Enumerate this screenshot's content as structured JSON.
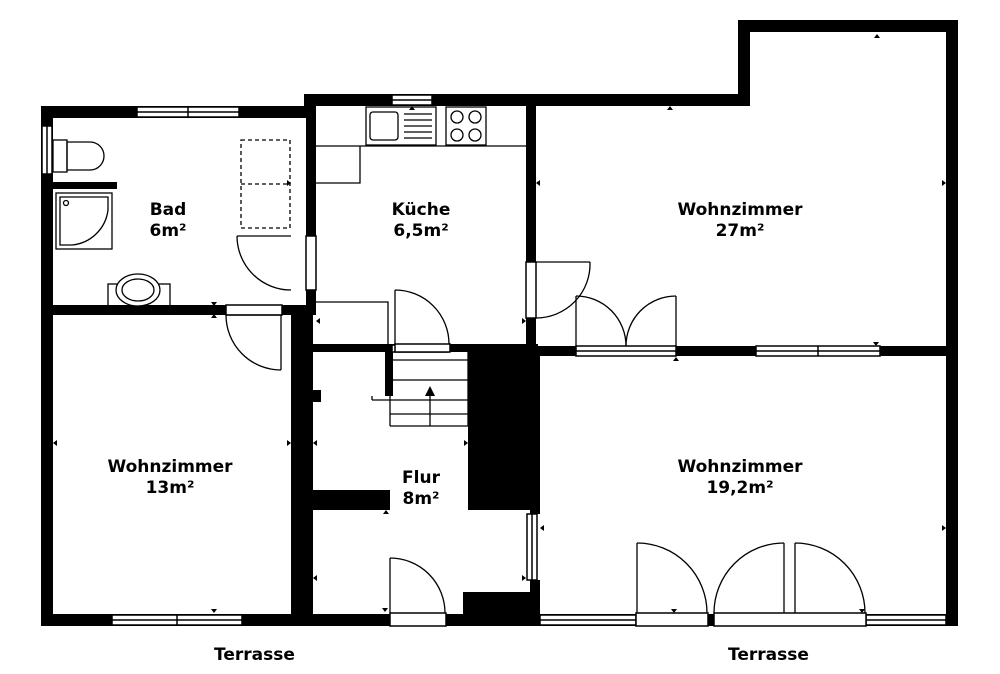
{
  "rooms": {
    "bad": {
      "name": "Bad",
      "area": "6m²"
    },
    "kueche": {
      "name": "Küche",
      "area": "6,5m²"
    },
    "wohnzimmer_nord": {
      "name": "Wohnzimmer",
      "area": "27m²"
    },
    "wohnzimmer_west": {
      "name": "Wohnzimmer",
      "area": "13m²"
    },
    "flur": {
      "name": "Flur",
      "area": "8m²"
    },
    "wohnzimmer_sued": {
      "name": "Wohnzimmer",
      "area": "19,2m²"
    }
  },
  "outside": {
    "terrasse_left": "Terrasse",
    "terrasse_right": "Terrasse"
  },
  "colors": {
    "wall": "#000000",
    "line": "#000000",
    "background": "#ffffff"
  }
}
